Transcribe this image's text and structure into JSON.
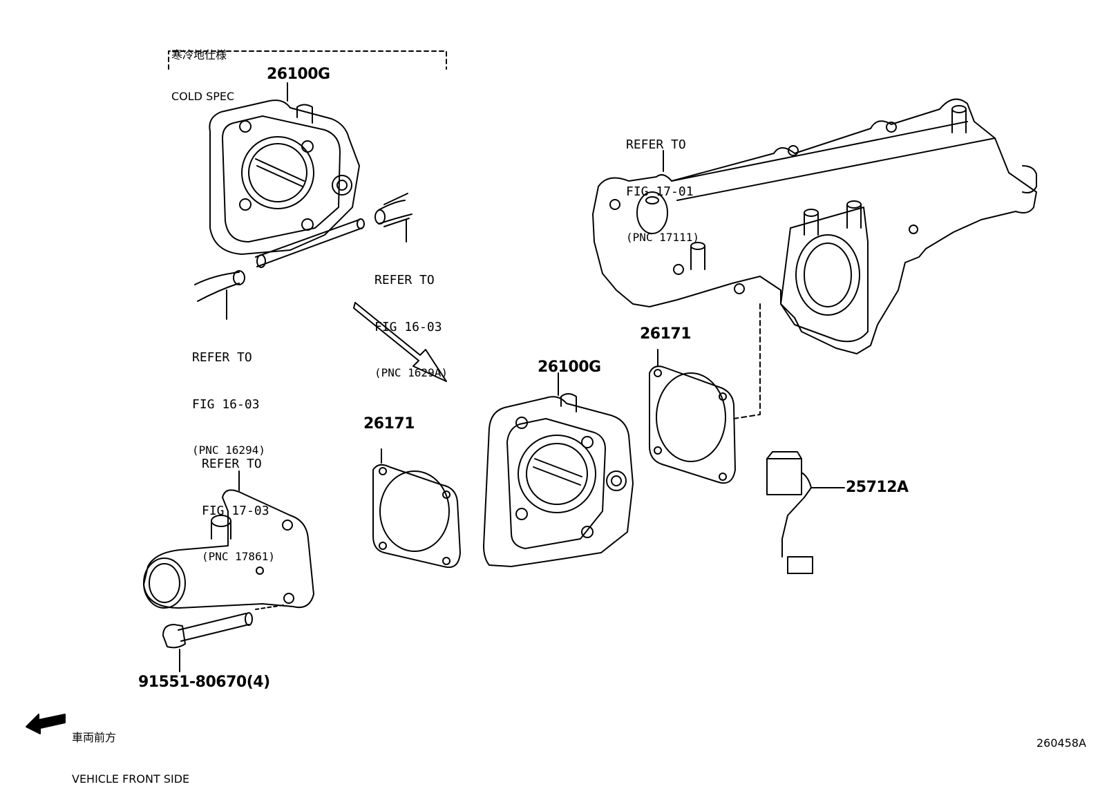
{
  "cold_spec": {
    "line1": "寒冷地仕様",
    "line2": "COLD SPEC"
  },
  "part_numbers": {
    "throttle_body_top": "26100G",
    "throttle_body_main": "26100G",
    "gasket_left": "26171",
    "gasket_right": "26171",
    "sensor": "25712A",
    "bolt": "91551-80670(4)"
  },
  "refs": {
    "manifold": {
      "line1": "REFER TO",
      "line2": "FIG 17-01",
      "line3": "(PNC 17111)"
    },
    "hose_right": {
      "line1": "REFER TO",
      "line2": "FIG 16-03",
      "line3": "(PNC 1629A)"
    },
    "hose_left": {
      "line1": "REFER TO",
      "line2": "FIG 16-03",
      "line3": "(PNC 16294)"
    },
    "water_inlet": {
      "line1": "REFER TO",
      "line2": "FIG 17-03",
      "line3": "(PNC 17861)"
    }
  },
  "vehicle_front": {
    "line1": "車両前方",
    "line2": "VEHICLE FRONT SIDE"
  },
  "figure_id": "260458A"
}
